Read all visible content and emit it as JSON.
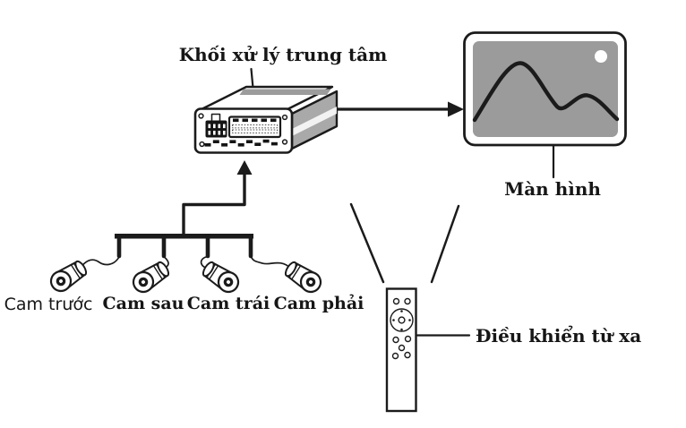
{
  "diagram": {
    "title": "Khối xử lý trung tâm",
    "monitor": {
      "label": "Màn hình"
    },
    "remote": {
      "label": "Điều khiển từ xa"
    },
    "cameras": [
      {
        "label": "Cam trước"
      },
      {
        "label": "Cam sau"
      },
      {
        "label": "Cam trái"
      },
      {
        "label": "Cam phải"
      }
    ],
    "colors": {
      "line": "#1b1b1b",
      "screen_fill": "#9b9b9b",
      "device_side": "#a9a9a9",
      "device_top_stripe": "#9c9c9c",
      "background": "#ffffff"
    }
  }
}
